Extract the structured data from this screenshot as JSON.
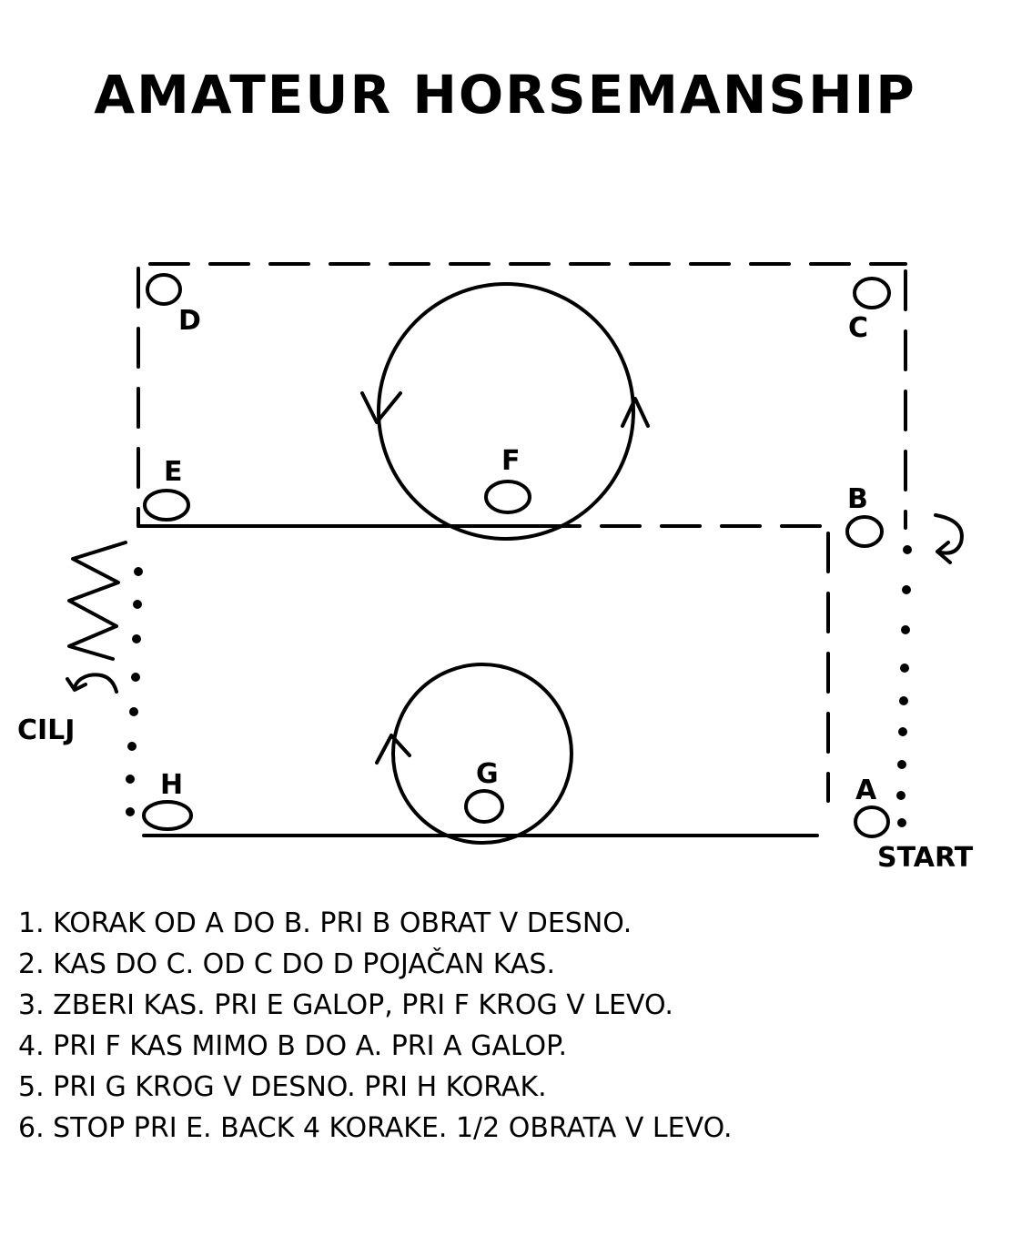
{
  "title": "AMATEUR HORSEMANSHIP",
  "markers": {
    "A": "A",
    "B": "B",
    "C": "C",
    "D": "D",
    "E": "E",
    "F": "F",
    "G": "G",
    "H": "H"
  },
  "start_label": "START",
  "finish_label": "CILJ",
  "instructions": [
    "1. KORAK OD A DO B. PRI B OBRAT V DESNO.",
    "2. KAS DO C. OD C DO D POJAČAN KAS.",
    "3. ZBERI KAS. PRI E GALOP, PRI F KROG V LEVO.",
    "4. PRI F KAS MIMO B DO A. PRI A GALOP.",
    "5. PRI G KROG V DESNO. PRI H KORAK.",
    "6. STOP PRI E. BACK 4 KORAKE. 1/2 OBRATA V LEVO."
  ]
}
